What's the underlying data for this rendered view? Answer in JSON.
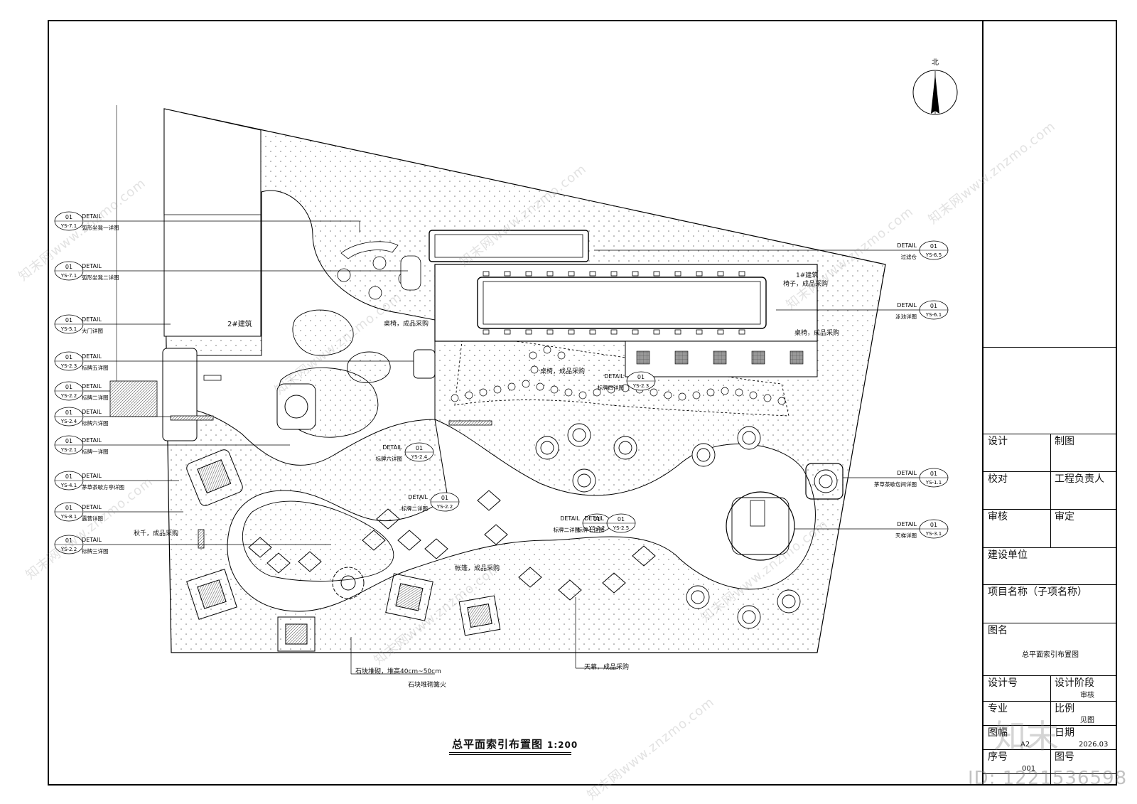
{
  "north_label": "北",
  "drawing_title": "总平面索引布置图",
  "drawing_scale": "1:200",
  "callouts_left": [
    {
      "num": "01",
      "sheet": "YS-7.1",
      "tag": "DETAIL",
      "desc": "弧形坐凳一详图"
    },
    {
      "num": "01",
      "sheet": "YS-7.1",
      "tag": "DETAIL",
      "desc": "弧形坐凳二详图"
    },
    {
      "num": "01",
      "sheet": "YS-5.1",
      "tag": "DETAIL",
      "desc": "大门详图"
    },
    {
      "num": "01",
      "sheet": "YS-2.3",
      "tag": "DETAIL",
      "desc": "标牌五详图"
    },
    {
      "num": "01",
      "sheet": "YS-2.2",
      "tag": "DETAIL",
      "desc": "标牌二详图"
    },
    {
      "num": "01",
      "sheet": "YS-2.4",
      "tag": "DETAIL",
      "desc": "标牌六详图"
    },
    {
      "num": "01",
      "sheet": "YS-2.1",
      "tag": "DETAIL",
      "desc": "标牌一详图"
    },
    {
      "num": "01",
      "sheet": "YS-4.1",
      "tag": "DETAIL",
      "desc": "茅草茶歇方亭详图"
    },
    {
      "num": "01",
      "sheet": "YS-8.1",
      "tag": "DETAIL",
      "desc": "露营详图"
    },
    {
      "num": "01",
      "sheet": "YS-2.2",
      "tag": "DETAIL",
      "desc": "标牌三详图"
    }
  ],
  "callouts_right": [
    {
      "num": "01",
      "sheet": "YS-6.5",
      "tag": "DETAIL",
      "desc": "过滤仓"
    },
    {
      "num": "01",
      "sheet": "YS-6.1",
      "tag": "DETAIL",
      "desc": "泳池详图"
    },
    {
      "num": "01",
      "sheet": "YS-1.1",
      "tag": "DETAIL",
      "desc": "茅草茶歇包间详图"
    },
    {
      "num": "01",
      "sheet": "YS-3.1",
      "tag": "DETAIL",
      "desc": "天梯详图"
    }
  ],
  "callouts_inner": [
    {
      "num": "01",
      "sheet": "YS-2.3",
      "tag": "DETAIL",
      "desc": "标牌四详图"
    },
    {
      "num": "01",
      "sheet": "YS-2.4",
      "tag": "DETAIL",
      "desc": "标牌六详图"
    },
    {
      "num": "01",
      "sheet": "YS-2.2",
      "tag": "DETAIL",
      "desc": "标牌二详图"
    },
    {
      "num": "01",
      "sheet": "YS-2.2",
      "tag": "DETAIL",
      "desc": "标牌二详图"
    },
    {
      "num": "01",
      "sheet": "YS-2.5",
      "tag": "DETAIL",
      "desc": "标牌七详图"
    }
  ],
  "notes": {
    "building2": "2#建筑",
    "building1": "1#建筑",
    "chairs": "椅子，成品采购",
    "tablechair1": "桌椅，成品采购",
    "tablechair2": "桌椅，成品采购",
    "tablechair3": "桌椅，成品采购",
    "swing": "秋千，成品采购",
    "canopy1": "帐篷，成品采购",
    "canopy2": "天幕，成品采购",
    "stone_wall": "石块堆砌，堆高40cm~50cm",
    "stone_fire": "石块堆砌篝火"
  },
  "title_block": {
    "design": "设计",
    "draw": "制图",
    "check": "校对",
    "engineer": "工程负责人",
    "review": "审核",
    "approve": "审定",
    "client": "建设单位",
    "project": "项目名称（子项名称）",
    "drawing_name_label": "图名",
    "drawing_name": "总平面索引布置图",
    "design_no": "设计号",
    "design_stage": "设计阶段",
    "stage_value": "审核",
    "discipline": "专业",
    "scale": "比例",
    "scale_value": "见图",
    "size": "图幅",
    "size_value": "A2",
    "date": "日期",
    "date_value": "2026.03",
    "seq": "序号",
    "seq_value": "001",
    "sheet_no": "图号"
  },
  "watermark_text": "知末网www.znzmo.com",
  "watermark_logo": "知末",
  "id_text": "ID: 1221536598"
}
